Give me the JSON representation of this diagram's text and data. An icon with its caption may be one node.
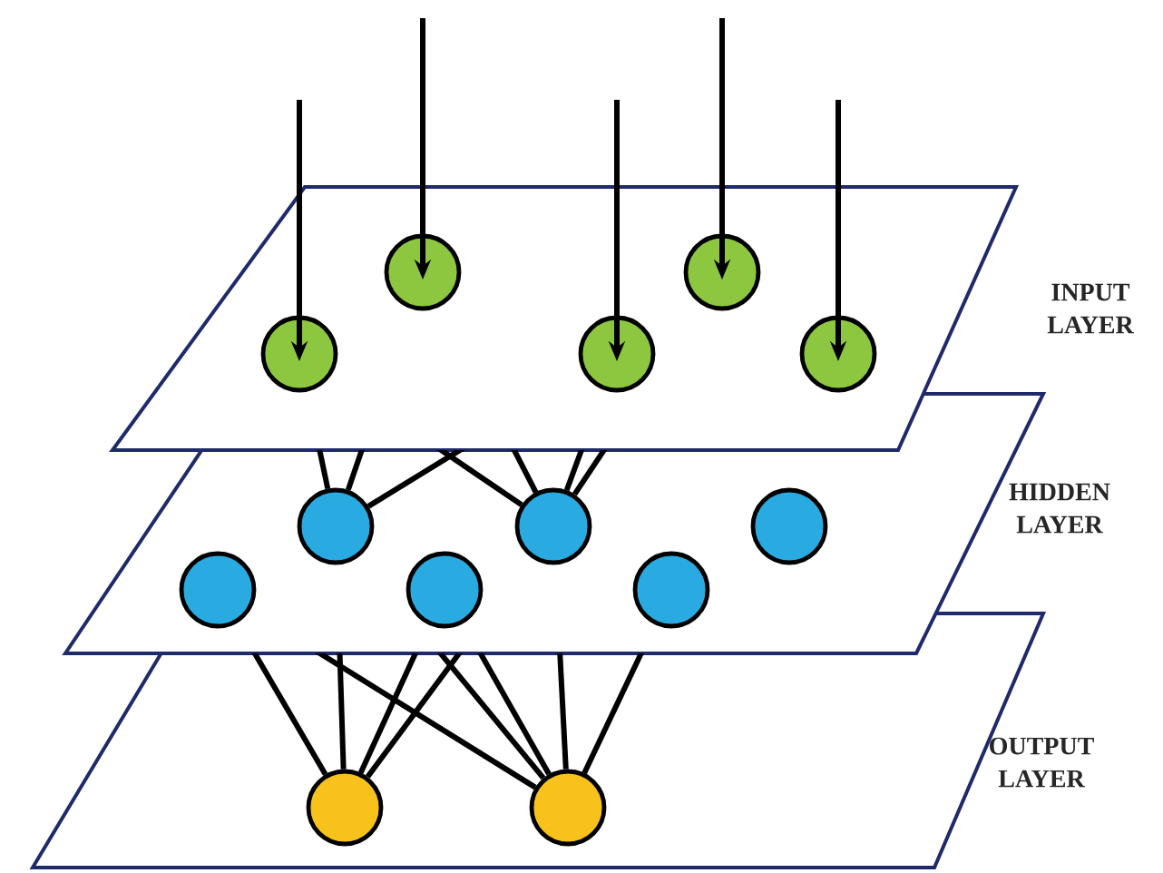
{
  "diagram": {
    "nodes": [
      {
        "text": [
          "INPUT LAYER"
        ]
      },
      {
        "text": [],
        "shape": "circle",
        "in": 0
      },
      {
        "text": [],
        "shape": "circle",
        "in": 0
      },
      {
        "text": [],
        "shape": "circle",
        "in": 0
      },
      {
        "text": [],
        "shape": "circle",
        "in": 0
      },
      {
        "text": [],
        "shape": "circle",
        "in": 0
      },
      {
        "text": [
          "HIDDEN LAYER"
        ]
      },
      {
        "text": [],
        "shape": "circle",
        "in": 6
      },
      {
        "text": [],
        "shape": "circle",
        "in": 6
      },
      {
        "text": [],
        "shape": "circle",
        "in": 6
      },
      {
        "text": [],
        "shape": "circle",
        "in": 6
      },
      {
        "text": [],
        "shape": "circle",
        "in": 6
      },
      {
        "text": [],
        "shape": "circle",
        "in": 6
      },
      {
        "text": [
          "OUTPUT LAYER"
        ]
      },
      {
        "text": [],
        "shape": "circle",
        "in": 13
      },
      {
        "text": [],
        "shape": "circle",
        "in": 13
      }
    ],
    "edges": [
      {
        "from": null,
        "to": 1,
        "arrow": "to"
      },
      {
        "from": null,
        "to": 2,
        "arrow": "to"
      },
      {
        "from": null,
        "to": 3,
        "arrow": "to"
      },
      {
        "from": null,
        "to": 4,
        "arrow": "to"
      },
      {
        "from": null,
        "to": 5,
        "arrow": "to"
      },
      {
        "from": 1,
        "to": 8,
        "arrow": "none"
      },
      {
        "from": 2,
        "to": 8,
        "arrow": "none"
      },
      {
        "from": 3,
        "to": 8,
        "arrow": "none"
      },
      {
        "from": 1,
        "to": 10,
        "arrow": "none"
      },
      {
        "from": 2,
        "to": 10,
        "arrow": "none"
      },
      {
        "from": 3,
        "to": 10,
        "arrow": "none"
      },
      {
        "from": 4,
        "to": 10,
        "arrow": "none"
      },
      {
        "from": 7,
        "to": 14,
        "arrow": "none"
      },
      {
        "from": 8,
        "to": 14,
        "arrow": "none"
      },
      {
        "from": 9,
        "to": 14,
        "arrow": "none"
      },
      {
        "from": 10,
        "to": 14,
        "arrow": "none"
      },
      {
        "from": 7,
        "to": 15,
        "arrow": "none"
      },
      {
        "from": 8,
        "to": 15,
        "arrow": "none"
      },
      {
        "from": 9,
        "to": 15,
        "arrow": "none"
      },
      {
        "from": 10,
        "to": 15,
        "arrow": "none"
      },
      {
        "from": 11,
        "to": 15,
        "arrow": "none"
      }
    ]
  }
}
